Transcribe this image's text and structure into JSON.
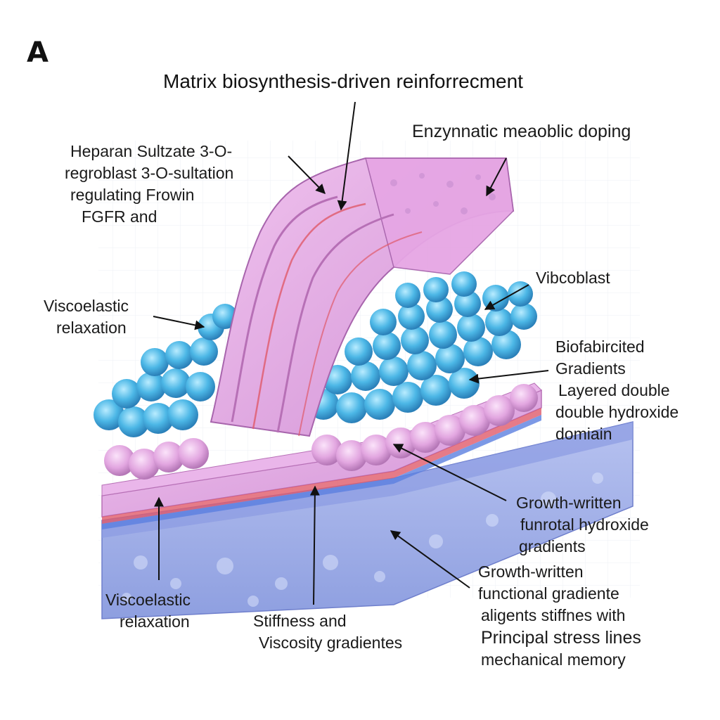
{
  "panel_letter": "A",
  "title": "Matrix biosynthesis-driven reinforrecment",
  "labels": {
    "enzymatic": "Enzynnatic meaoblic doping",
    "heparan": [
      "Heparan Sultzate 3-O-",
      "regroblast 3-O-sultation",
      "regulating Frowin",
      "FGFR and"
    ],
    "visco_top": [
      "Viscoelastic",
      "relaxation"
    ],
    "vibcoblast": "Vibcoblast",
    "biofab": [
      "Biofabircited",
      "Gradients"
    ],
    "layered": [
      "Layered double",
      "double hydroxide",
      "domiain"
    ],
    "growth1": [
      "Growth-written",
      "funrotal hydroxide",
      "gradients"
    ],
    "growth2": [
      "Growth-written",
      "functional gradiente",
      "aligents stiffnes with"
    ],
    "principal": [
      "Principal stress lines",
      "mechanical memory"
    ],
    "visco_bottom": [
      "Viscoelastic",
      "relaxation"
    ],
    "stiffness": [
      "Stiffness and",
      "Viscosity gradientes"
    ]
  },
  "colors": {
    "membrane_pink": "#e2a6dc",
    "membrane_dark": "#b770b6",
    "cell_blue": "#4cb7e6",
    "cell_pink": "#e8b4e6",
    "base_blue": "#9aa8e6",
    "vessel_red": "#e05a6a"
  }
}
